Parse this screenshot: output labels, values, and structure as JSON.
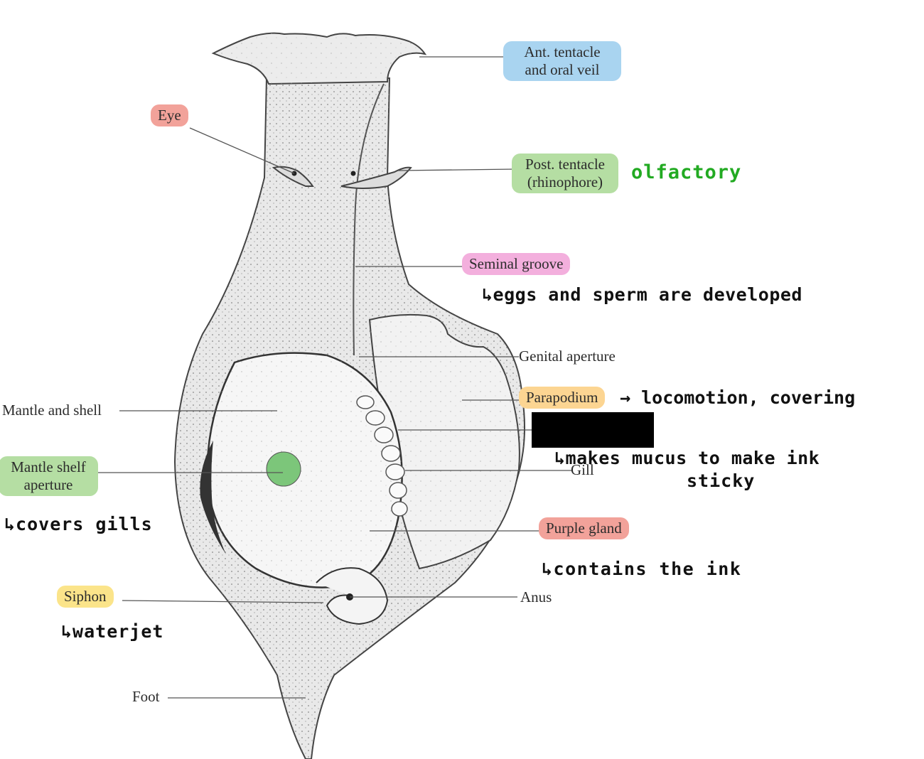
{
  "colors": {
    "blue": "#a9d4f0",
    "red": "#f2a29a",
    "green": "#b5dea3",
    "pink": "#f3afdd",
    "orange": "#fcd592",
    "yellow": "#fbe48a",
    "handwriting_green": "#22aa22",
    "mantle_spot": "#7cc67a"
  },
  "labels": {
    "ant_tentacle_1": "Ant. tentacle",
    "ant_tentacle_2": "and oral veil",
    "eye": "Eye",
    "post_tentacle_1": "Post. tentacle",
    "post_tentacle_2": "(rhinophore)",
    "seminal_groove": "Seminal groove",
    "genital_aperture": "Genital aperture",
    "parapodium": "Parapodium",
    "mantle_and_shell": "Mantle and shell",
    "mantle_shelf_1": "Mantle shelf",
    "mantle_shelf_2": "aperture",
    "gill": "Gill",
    "purple_gland": "Purple gland",
    "siphon": "Siphon",
    "anus": "Anus",
    "foot": "Foot"
  },
  "notes": {
    "olfactory": "olfactory",
    "seminal": "↳eggs and sperm are developed",
    "parapodium": "→ locomotion, covering",
    "gill_1": "↳makes mucus to make ink",
    "gill_2": "sticky",
    "mantle_shelf": "↳covers gills",
    "purple_gland": "↳contains the ink",
    "siphon": "↳waterjet"
  }
}
